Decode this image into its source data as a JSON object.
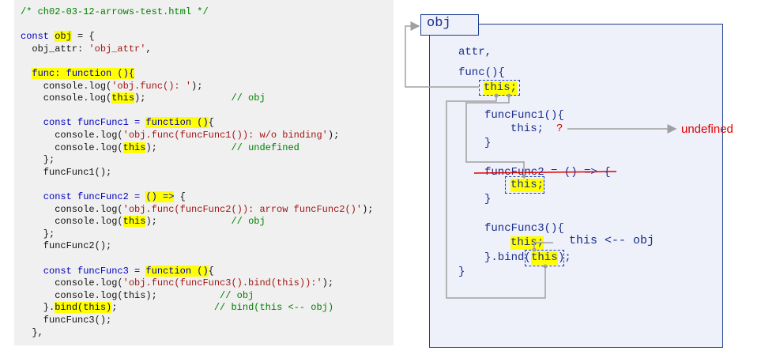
{
  "code": {
    "lines": [
      [
        {
          "t": "/* ch02-03-12-arrows-test.html */",
          "c": "comment"
        }
      ],
      [],
      [
        {
          "t": "const ",
          "c": "kw"
        },
        {
          "t": "obj",
          "c": "plain",
          "hl": true
        },
        {
          "t": " = {",
          "c": "plain"
        }
      ],
      [
        {
          "t": "  obj_attr: ",
          "c": "plain"
        },
        {
          "t": "'obj_attr'",
          "c": "str"
        },
        {
          "t": ",",
          "c": "plain"
        }
      ],
      [],
      [
        {
          "t": "  ",
          "c": "plain"
        },
        {
          "t": "func: function (){",
          "c": "kw",
          "hl": true
        }
      ],
      [
        {
          "t": "    console.log(",
          "c": "plain"
        },
        {
          "t": "'obj.func(): '",
          "c": "str"
        },
        {
          "t": ");",
          "c": "plain"
        }
      ],
      [
        {
          "t": "    console.log(",
          "c": "plain"
        },
        {
          "t": "this",
          "c": "plain",
          "hl": true
        },
        {
          "t": ");               ",
          "c": "plain"
        },
        {
          "t": "// obj",
          "c": "comment"
        }
      ],
      [],
      [
        {
          "t": "    const funcFunc1 = ",
          "c": "kw"
        },
        {
          "t": "function ()",
          "c": "kw",
          "hl": true
        },
        {
          "t": "{",
          "c": "plain"
        }
      ],
      [
        {
          "t": "      console.log(",
          "c": "plain"
        },
        {
          "t": "'obj.func(funcFunc1()): w/o binding'",
          "c": "str"
        },
        {
          "t": ");",
          "c": "plain"
        }
      ],
      [
        {
          "t": "      console.log(",
          "c": "plain"
        },
        {
          "t": "this",
          "c": "plain",
          "hl": true
        },
        {
          "t": ");             ",
          "c": "plain"
        },
        {
          "t": "// undefined",
          "c": "comment"
        }
      ],
      [
        {
          "t": "    };",
          "c": "plain"
        }
      ],
      [
        {
          "t": "    funcFunc1();",
          "c": "plain"
        }
      ],
      [],
      [
        {
          "t": "    const funcFunc2 = ",
          "c": "kw"
        },
        {
          "t": "() =>",
          "c": "kw",
          "hl": true
        },
        {
          "t": " {",
          "c": "plain"
        }
      ],
      [
        {
          "t": "      console.log(",
          "c": "plain"
        },
        {
          "t": "'obj.func(funcFunc2()): arrow funcFunc2()'",
          "c": "str"
        },
        {
          "t": ");",
          "c": "plain"
        }
      ],
      [
        {
          "t": "      console.log(",
          "c": "plain"
        },
        {
          "t": "this",
          "c": "plain",
          "hl": true
        },
        {
          "t": ");             ",
          "c": "plain"
        },
        {
          "t": "// obj",
          "c": "comment"
        }
      ],
      [
        {
          "t": "    };",
          "c": "plain"
        }
      ],
      [
        {
          "t": "    funcFunc2();",
          "c": "plain"
        }
      ],
      [],
      [
        {
          "t": "    const funcFunc3 = ",
          "c": "kw"
        },
        {
          "t": "function ()",
          "c": "kw",
          "hl": true
        },
        {
          "t": "{",
          "c": "plain"
        }
      ],
      [
        {
          "t": "      console.log(",
          "c": "plain"
        },
        {
          "t": "'obj.func(funcFunc3().bind(this)):'",
          "c": "str"
        },
        {
          "t": ");",
          "c": "plain"
        }
      ],
      [
        {
          "t": "      console.log(this);           ",
          "c": "plain"
        },
        {
          "t": "// obj",
          "c": "comment"
        }
      ],
      [
        {
          "t": "    }.",
          "c": "plain"
        },
        {
          "t": "bind(this)",
          "c": "plain",
          "hl": true
        },
        {
          "t": ";                 ",
          "c": "plain"
        },
        {
          "t": "// bind(this <-- obj)",
          "c": "comment"
        }
      ],
      [
        {
          "t": "    funcFunc3();",
          "c": "plain"
        }
      ],
      [
        {
          "t": "  },",
          "c": "plain"
        }
      ]
    ]
  },
  "diagram": {
    "obj_label": "obj",
    "attr": "attr,",
    "func_open": "func(){",
    "func_this": "this;",
    "ff1_open": "funcFunc1(){",
    "ff1_this": "this;",
    "ff1_q": "?",
    "ff1_close": "}",
    "undefined_label": "undefined",
    "ff2_open": "funcFunc2 = () => {",
    "ff2_this": "this;",
    "ff2_close": "}",
    "ff3_open": "funcFunc3(){",
    "ff3_this": "this;",
    "ff3_annot": "this <-- obj",
    "ff3_bind_prefix": "}.bind(",
    "ff3_bind_this": "this",
    "ff3_bind_suffix": ");",
    "func_close": "}",
    "colors": {
      "accent": "#203f8c",
      "text": "#1a2e8a",
      "red": "#e00000",
      "highlight": "#ffff00",
      "line": "#8c8c8c"
    }
  }
}
